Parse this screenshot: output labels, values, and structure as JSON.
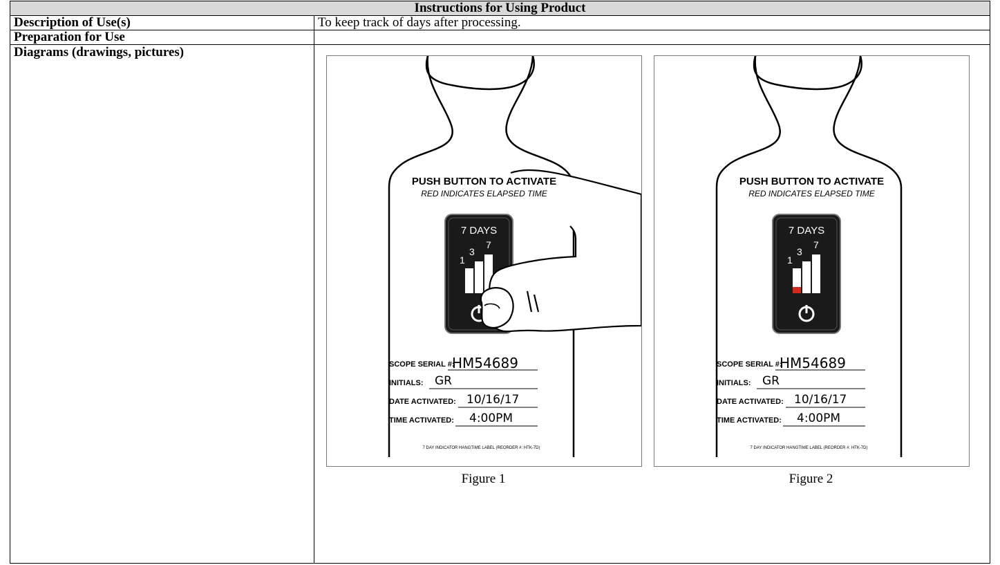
{
  "table": {
    "title": "Instructions for Using Product",
    "rows": [
      {
        "label": "Description of Use(s)",
        "value": "To keep track of days after processing."
      },
      {
        "label": "Preparation for Use",
        "value": ""
      },
      {
        "label": "Diagrams (drawings, pictures)",
        "value": ""
      }
    ]
  },
  "figures": [
    {
      "caption": "Figure 1",
      "heading": "PUSH BUTTON TO ACTIVATE",
      "subheading": "RED INDICATES ELAPSED TIME",
      "display_title": "7 DAYS",
      "bar_labels": [
        "1",
        "3",
        "7"
      ],
      "elapsed_fill": 0,
      "fields": [
        {
          "label": "SCOPE SERIAL #:",
          "value": "HM54689"
        },
        {
          "label": "INITIALS:",
          "value": "GR"
        },
        {
          "label": "DATE ACTIVATED:",
          "value": "10/16/17"
        },
        {
          "label": "TIME ACTIVATED:",
          "value": "4:00PM"
        }
      ],
      "footer": "7 DAY INDICATOR HANGTIME LABEL (REORDER #: HTK-7D)",
      "shows_hand": true
    },
    {
      "caption": "Figure 2",
      "heading": "PUSH BUTTON TO ACTIVATE",
      "subheading": "RED INDICATES ELAPSED TIME",
      "display_title": "7 DAYS",
      "bar_labels": [
        "1",
        "3",
        "7"
      ],
      "elapsed_fill": 0.25,
      "fields": [
        {
          "label": "SCOPE SERIAL #:",
          "value": "HM54689"
        },
        {
          "label": "INITIALS:",
          "value": "GR"
        },
        {
          "label": "DATE ACTIVATED:",
          "value": "10/16/17"
        },
        {
          "label": "TIME ACTIVATED:",
          "value": "4:00PM"
        }
      ],
      "footer": "7 DAY INDICATOR HANGTIME LABEL (REORDER #: HTK-7D)",
      "shows_hand": false
    }
  ],
  "colors": {
    "header_bg": "#d9d9d9",
    "display_bg": "#1a1a1a",
    "elapsed_red": "#d42a1e"
  }
}
